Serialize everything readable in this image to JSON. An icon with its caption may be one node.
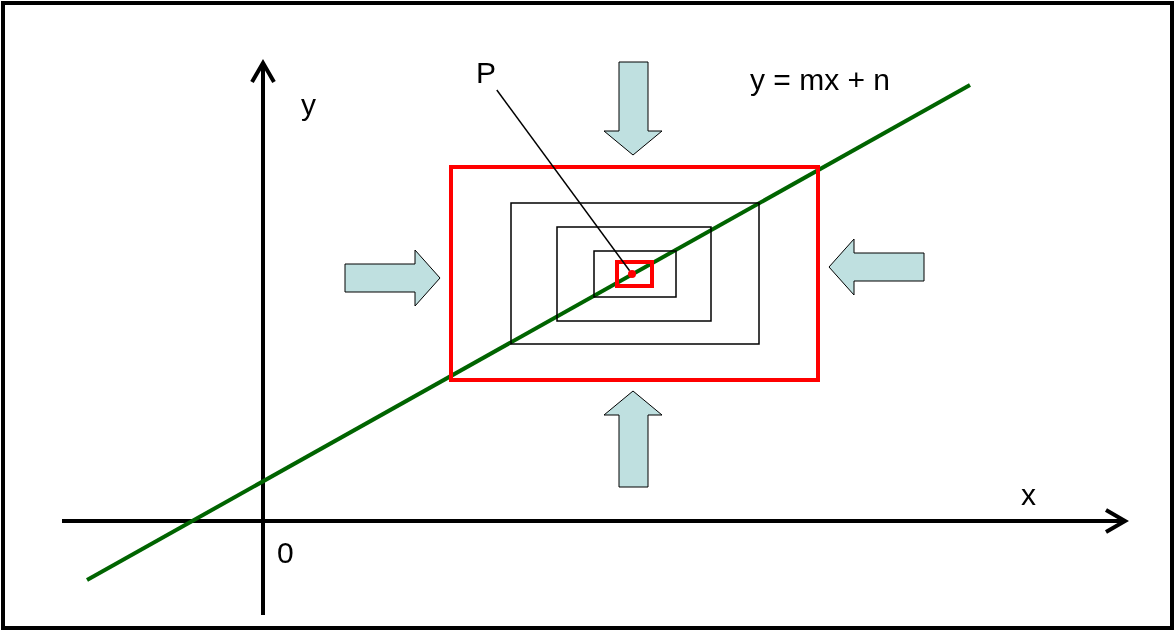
{
  "diagram": {
    "nodes": [
      {
        "text": [
          "P"
        ]
      },
      {
        "text": [],
        "shape": "circle"
      }
    ],
    "edges": [
      {
        "from": 0,
        "to": 1,
        "arrow": "none"
      }
    ],
    "labels": [
      "y = mx + n",
      "y",
      "x",
      "0"
    ]
  }
}
